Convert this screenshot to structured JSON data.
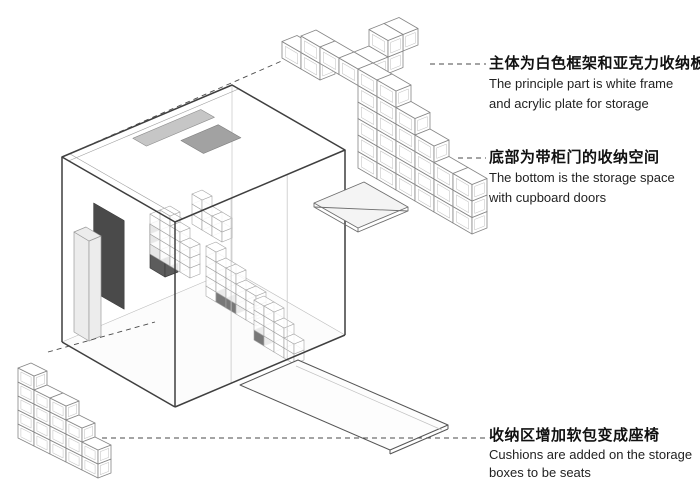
{
  "diagram": {
    "annotations": [
      {
        "zh": "主体为白色框架和亚克力收纳板",
        "en1": "The principle part is white frame",
        "en2": "and acrylic plate for storage"
      },
      {
        "zh": "底部为带柜门的收纳空间",
        "en1": "The bottom is the storage space",
        "en2": "with cupboard doors"
      },
      {
        "zh": "收纳区增加软包变成座椅",
        "en1": "Cushions are added on the storage",
        "en2": "boxes to be seats"
      }
    ],
    "colors": {
      "outline": "#3f3f3f",
      "light": "#a4a4a4",
      "module": "#868686",
      "dark": "#4a4a4a",
      "leader": "#4a4a4a"
    }
  }
}
